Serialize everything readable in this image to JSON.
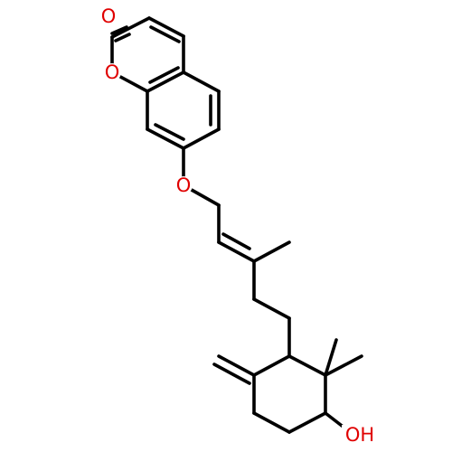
{
  "colors": {
    "bond": "#000000",
    "oxygen": "#e00000",
    "background": "#ffffff"
  },
  "labels": {
    "carbonyl_oxygen": "O",
    "ring_oxygen": "O",
    "ether_oxygen": "O",
    "hydroxyl": "OH"
  }
}
